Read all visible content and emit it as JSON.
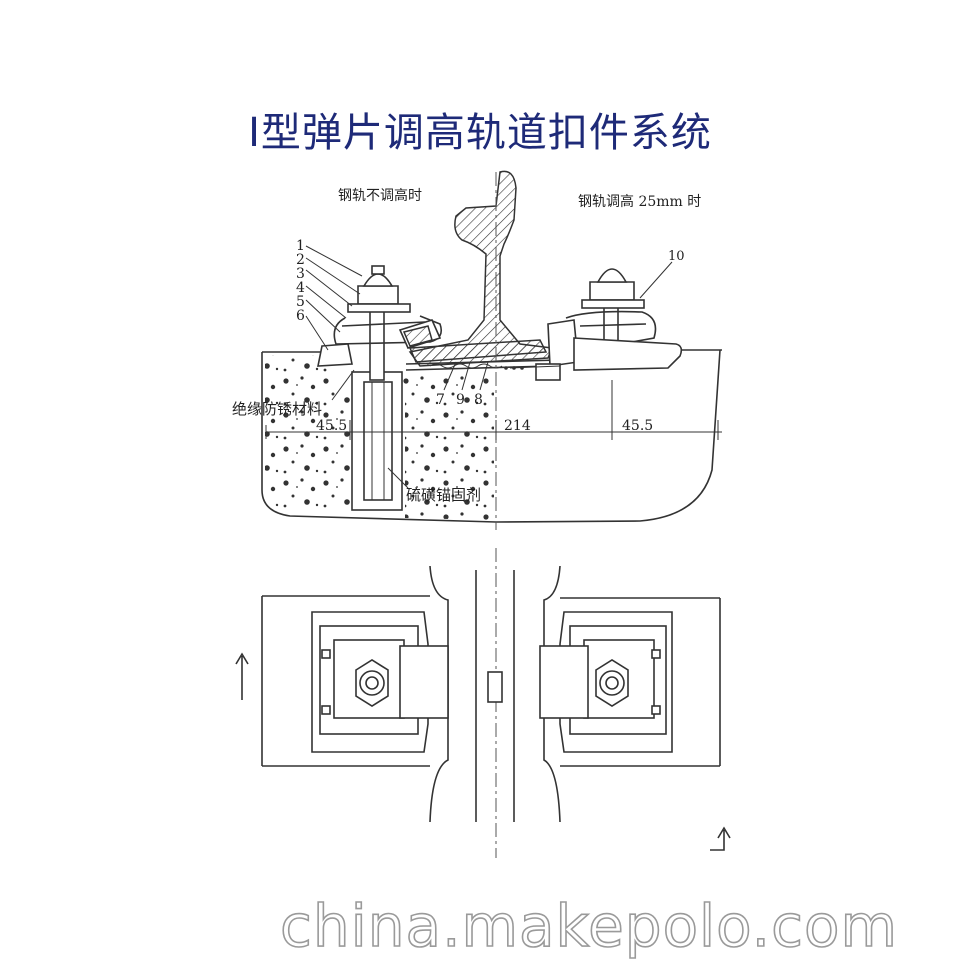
{
  "title": "Ⅰ型弹片调高轨道扣件系统",
  "labels": {
    "left_condition": "钢轨不调高时",
    "right_condition": "钢轨调高 25mm 时",
    "insulation": "绝缘防锈材料",
    "anchor": "硫磺锚固剂",
    "callouts_left": [
      "1",
      "2",
      "3",
      "4",
      "5",
      "6"
    ],
    "callouts_bottom": [
      "7",
      "9",
      "8"
    ],
    "callout_right": "10"
  },
  "dimensions": {
    "left": "45.5",
    "center": "214",
    "right": "45.5"
  },
  "watermark": "china.makepolo.com",
  "colors": {
    "title": "#1e2a78",
    "line": "#333333",
    "watermark_outline": "#9a9a9a"
  }
}
